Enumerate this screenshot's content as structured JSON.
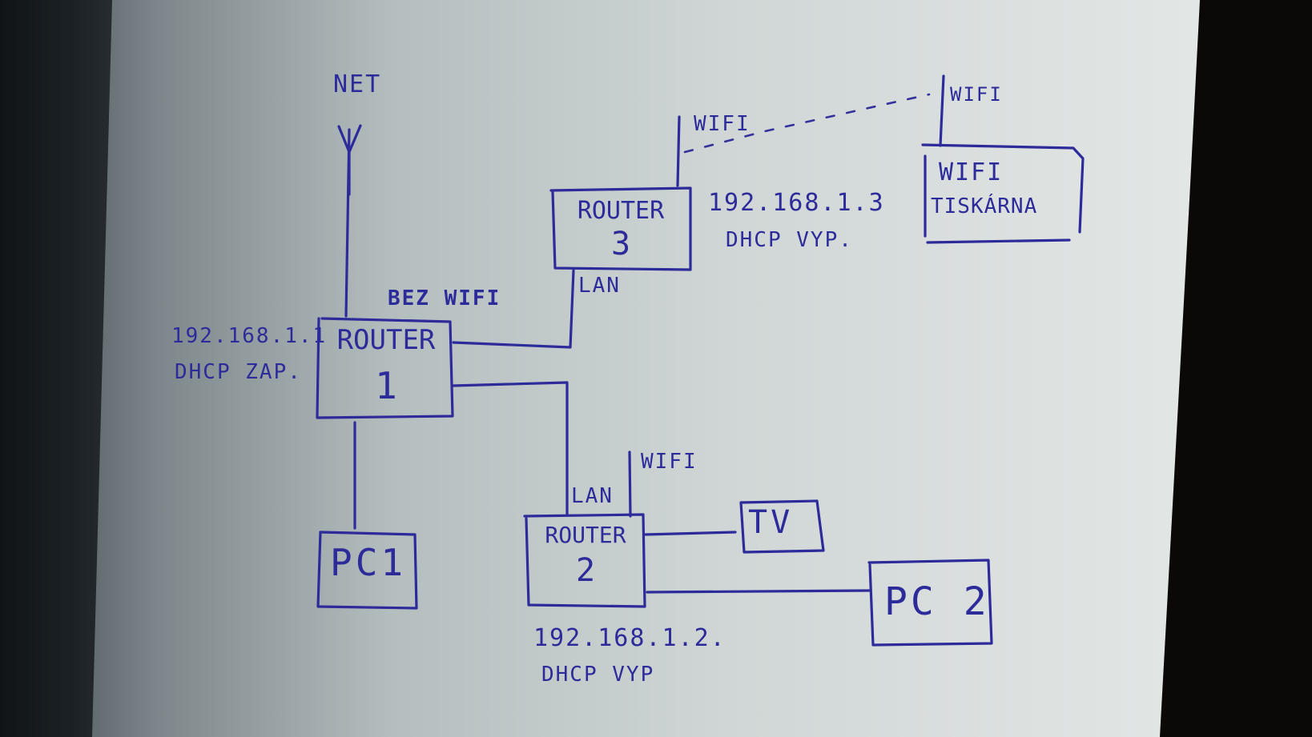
{
  "diagram": {
    "title": "Home network sketch",
    "internet": {
      "label": "NET"
    },
    "nodes": {
      "router1": {
        "label": "ROUTER",
        "number": "1",
        "ip": "192.168.1.1",
        "dhcp": "DHCP ZAP.",
        "note": "BEZ WIFI"
      },
      "router2": {
        "label": "ROUTER",
        "number": "2",
        "ip": "192.168.1.2.",
        "dhcp": "DHCP VYP",
        "uplink": "LAN",
        "wifi": "WIFI"
      },
      "router3": {
        "label": "ROUTER",
        "number": "3",
        "ip": "192.168.1.3",
        "dhcp": "DHCP VYP.",
        "uplink": "LAN",
        "wifi": "WIFI"
      },
      "printer": {
        "line1": "WIFI",
        "line2": "TISKÁRNA",
        "wifi": "WIFI"
      },
      "pc1": {
        "label": "PC1"
      },
      "pc2": {
        "label": "PC 2"
      },
      "tv": {
        "label": "TV"
      }
    },
    "connections": [
      {
        "from": "NET",
        "to": "router1",
        "type": "wired"
      },
      {
        "from": "router1",
        "to": "router3",
        "type": "LAN"
      },
      {
        "from": "router1",
        "to": "router2",
        "type": "LAN"
      },
      {
        "from": "router1",
        "to": "pc1",
        "type": "wired"
      },
      {
        "from": "router2",
        "to": "tv",
        "type": "wired"
      },
      {
        "from": "router2",
        "to": "pc2",
        "type": "wired"
      },
      {
        "from": "router3",
        "to": "printer",
        "type": "wifi"
      }
    ],
    "ink_color": "#2d2a9a"
  }
}
